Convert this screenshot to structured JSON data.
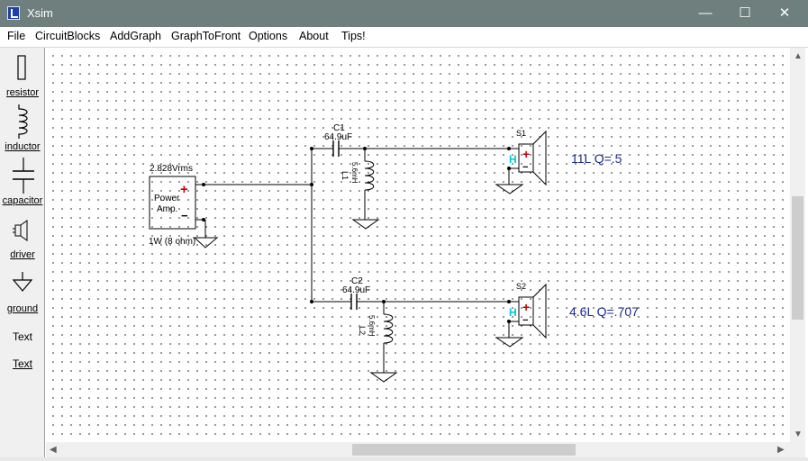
{
  "window": {
    "title": "Xsim",
    "minimize": "—",
    "maximize": "☐",
    "close": "✕"
  },
  "menu": [
    "File",
    "CircuitBlocks",
    "AddGraph",
    "GraphToFront",
    "Options",
    "About",
    "Tips!"
  ],
  "toolbox": {
    "resistor": "resistor",
    "inductor": "inductor",
    "capacitor": "capacitor",
    "driver": "driver",
    "ground": "ground",
    "text_plain": "Text",
    "text_link": "Text"
  },
  "schematic": {
    "source_voltage": "2.828Vrms",
    "amp_line1": "Power",
    "amp_line2": "Amp.",
    "amp_power": "1W (8 ohm)",
    "c1_name": "C1",
    "c1_value": "64.9uF",
    "l1_name": "L1",
    "l1_value": "5.6mH",
    "c2_name": "C2",
    "c2_value": "64.9uF",
    "l2_name": "L2",
    "l2_value": "5.6mH",
    "s1_name": "S1",
    "s2_name": "S2",
    "s1_note": "11L Q=.5",
    "s2_note": "4.6L Q=.707",
    "plus": "+",
    "minus": "−",
    "h": "H"
  },
  "colors": {
    "titlebar": "#6f7f7d",
    "plus_red": "#cc0000",
    "h_cyan": "#00c8d8",
    "note_blue": "#1a2a8a"
  },
  "scroll": {
    "up": "▲",
    "down": "▼",
    "left": "◀",
    "right": "▶"
  }
}
